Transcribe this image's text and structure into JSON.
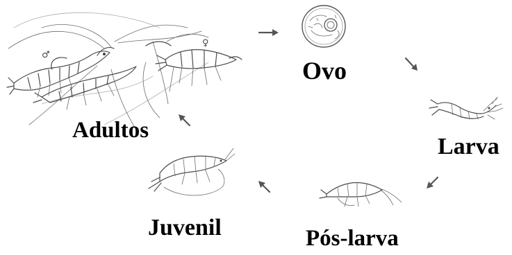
{
  "diagram": {
    "stages": {
      "ovo": "Ovo",
      "larva": "Larva",
      "pos_larva": "Pós-larva",
      "juvenil": "Juvenil",
      "adultos": "Adultos"
    },
    "sex_symbols": {
      "male": "♂",
      "female": "♀"
    },
    "arrows": [
      {
        "from": "adultos",
        "to": "ovo"
      },
      {
        "from": "ovo",
        "to": "larva"
      },
      {
        "from": "larva",
        "to": "pos_larva"
      },
      {
        "from": "pos_larva",
        "to": "juvenil"
      },
      {
        "from": "juvenil",
        "to": "adultos"
      }
    ],
    "colors": {
      "label": "#000000",
      "sketch": "#4a4a4a",
      "arrow": "#555555"
    }
  }
}
